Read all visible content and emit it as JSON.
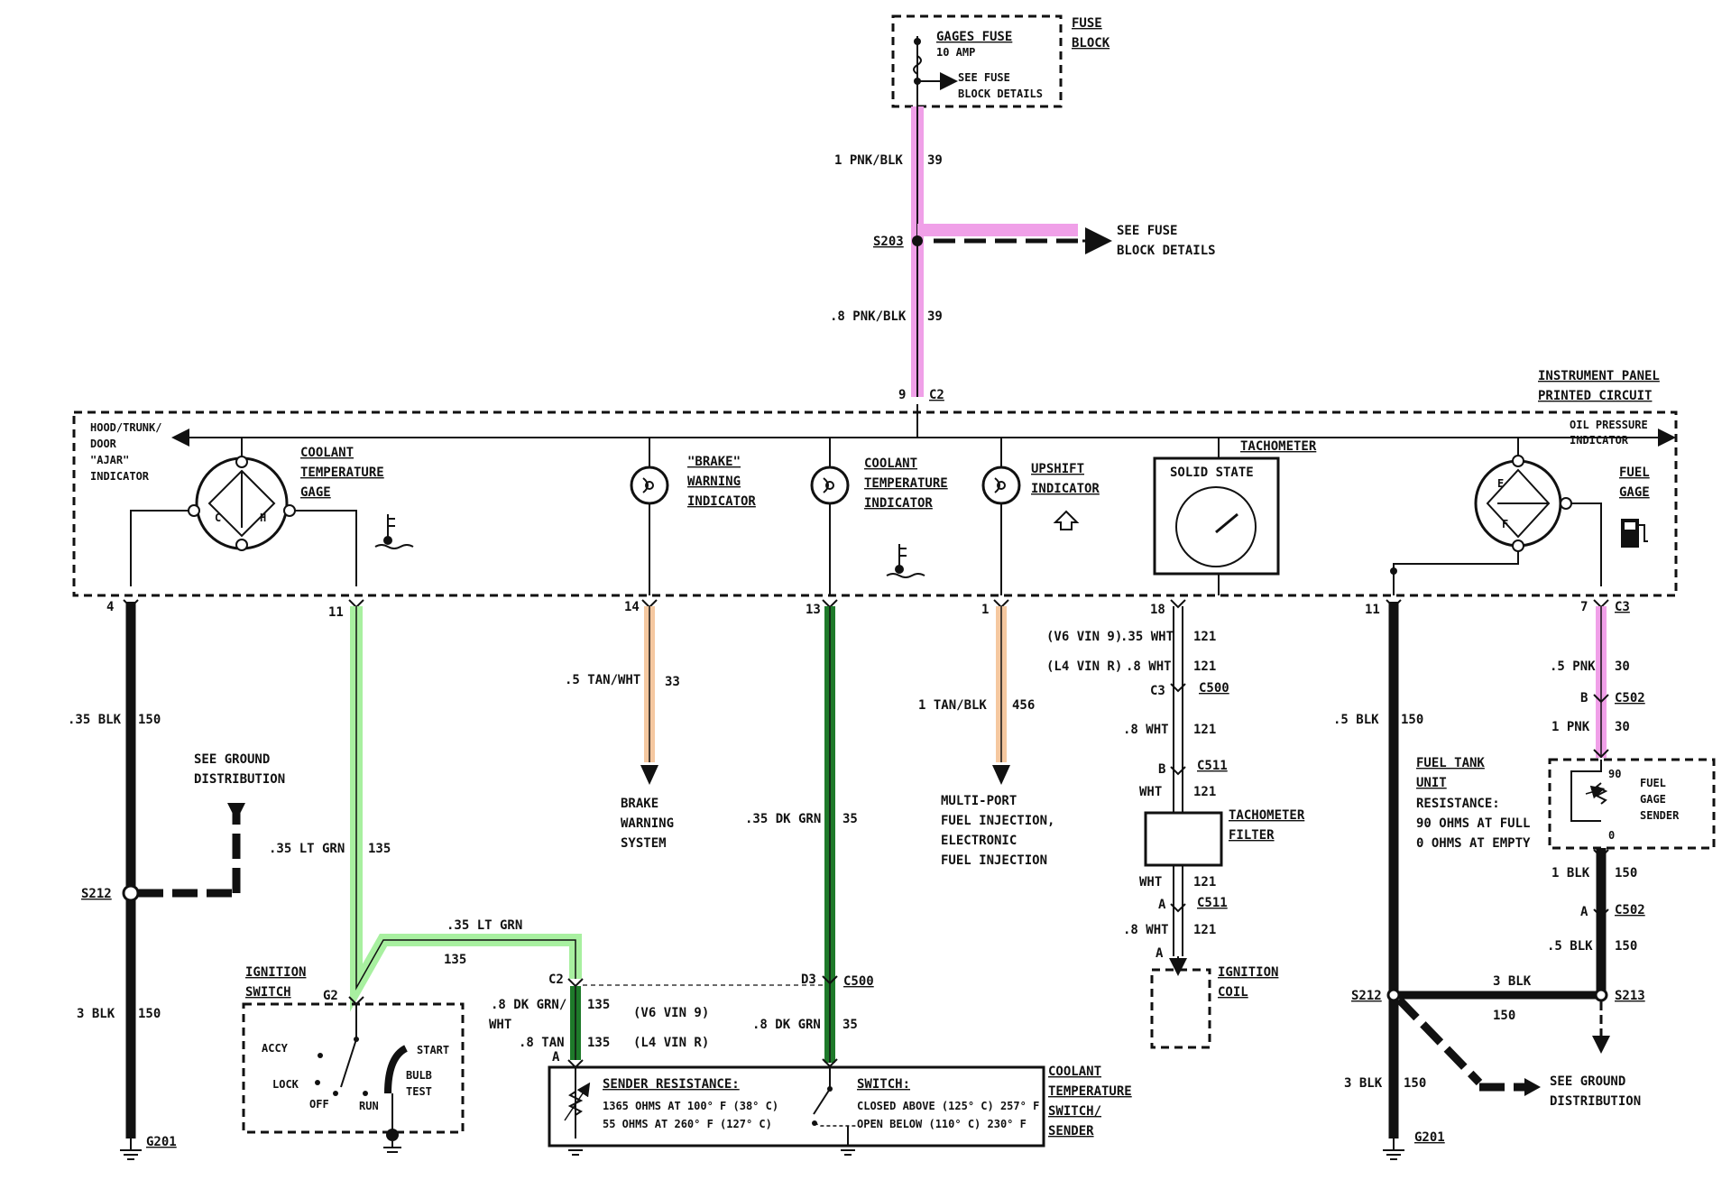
{
  "colors": {
    "pink": "#F0A0E8",
    "lt_green": "#A8F0A0",
    "dk_green": "#1E7A2A",
    "tan": "#F5C8A0",
    "black": "#111111"
  },
  "fuse": {
    "name": "GAGES FUSE",
    "rating": "10 AMP",
    "see1": "SEE FUSE",
    "see2": "BLOCK DETAILS",
    "block1": "FUSE",
    "block2": "BLOCK"
  },
  "feed": {
    "w1_size": "1 PNK/BLK",
    "w1_num": "39",
    "splice": "S203",
    "see1": "SEE FUSE",
    "see2": "BLOCK DETAILS",
    "w2_size": ".8 PNK/BLK",
    "w2_num": "39",
    "pin": "9",
    "conn": "C2"
  },
  "panel": {
    "title1": "INSTRUMENT PANEL",
    "title2": "PRINTED CIRCUIT",
    "ajar1": "HOOD/TRUNK/",
    "ajar2": "DOOR",
    "ajar3": "\"AJAR\"",
    "ajar4": "INDICATOR",
    "coolant_gage1": "COOLANT",
    "coolant_gage2": "TEMPERATURE",
    "coolant_gage3": "GAGE",
    "gage_c": "C",
    "gage_h": "H",
    "brake1": "\"BRAKE\"",
    "brake2": "WARNING",
    "brake3": "INDICATOR",
    "cti1": "COOLANT",
    "cti2": "TEMPERATURE",
    "cti3": "INDICATOR",
    "upshift1": "UPSHIFT",
    "upshift2": "INDICATOR",
    "tach_title": "TACHOMETER",
    "solid_state": "SOLID STATE",
    "oil1": "OIL PRESSURE",
    "oil2": "INDICATOR",
    "fuel1": "FUEL",
    "fuel2": "GAGE",
    "fuel_e": "E",
    "fuel_f": "F"
  },
  "pins": {
    "p4": "4",
    "p11": "11",
    "p14": "14",
    "p13": "13",
    "p1": "1",
    "p18": "18",
    "p11b": "11",
    "p7": "7",
    "c3": "C3"
  },
  "ground_left": {
    "w1_size": ".35 BLK",
    "w1_num": "150",
    "see1": "SEE GROUND",
    "see2": "DISTRIBUTION",
    "splice": "S212",
    "w2_size": "3 BLK",
    "w2_num": "150",
    "ground": "G201"
  },
  "coolant_gage_wire": {
    "w1_size": ".35 LT GRN",
    "w1_num": "135",
    "w2_size": ".35 LT GRN",
    "w2_num": "135",
    "ign1": "IGNITION",
    "ign2": "SWITCH",
    "g2": "G2",
    "accy": "ACCY",
    "lock": "LOCK",
    "off": "OFF",
    "run": "RUN",
    "start": "START",
    "bulb": "BULB",
    "test": "TEST",
    "c2": "C2",
    "a": "A",
    "dk1": ".8 DK GRN/",
    "dk2": "WHT",
    "dk_num": "135",
    "v6": "(V6 VIN 9)",
    "tan_size": ".8 TAN",
    "tan_num": "135",
    "l4": "(L4 VIN R)"
  },
  "brake_wire": {
    "size": ".5 TAN/WHT",
    "num": "33",
    "dest1": "BRAKE",
    "dest2": "WARNING",
    "dest3": "SYSTEM"
  },
  "cti_wire": {
    "size": ".35 DK GRN",
    "num": "35",
    "d3": "D3",
    "c500": "C500",
    "size2": ".8 DK GRN",
    "num2": "35"
  },
  "upshift_wire": {
    "size": "1 TAN/BLK",
    "num": "456",
    "dest1": "MULTI-PORT",
    "dest2": "FUEL INJECTION,",
    "dest3": "ELECTRONIC",
    "dest4": "FUEL INJECTION"
  },
  "sender": {
    "res_title": "SENDER RESISTANCE:",
    "res1": "1365 OHMS AT 100° F (38° C)",
    "res2": "55 OHMS AT 260° F (127° C)",
    "sw_title": "SWITCH:",
    "sw1": "CLOSED ABOVE (125° C) 257° F",
    "sw2": "OPEN BELOW (110° C) 230° F",
    "name1": "COOLANT",
    "name2": "TEMPERATURE",
    "name3": "SWITCH/",
    "name4": "SENDER"
  },
  "tach_wire": {
    "v6": "(V6 VIN 9)",
    "v6_size": ".35 WHT",
    "v6_num": "121",
    "l4": "(L4 VIN R)",
    "l4_size": ".8 WHT",
    "l4_num": "121",
    "c3": "C3",
    "c500": "C500",
    "w3_size": ".8 WHT",
    "w3_num": "121",
    "b": "B",
    "c511a": "C511",
    "w4_size": "WHT",
    "w4_num": "121",
    "filter1": "TACHOMETER",
    "filter2": "FILTER",
    "w5_size": "WHT",
    "w5_num": "121",
    "a": "A",
    "c511b": "C511",
    "w6_size": ".8 WHT",
    "w6_num": "121",
    "a2": "A",
    "coil1": "IGNITION",
    "coil2": "COIL"
  },
  "ground_right": {
    "w1_size": ".5 BLK",
    "w1_num": "150",
    "splice": "S212",
    "w2_size": "3 BLK",
    "w2_num": "150",
    "w3_size": "3 BLK",
    "w3_num": "150",
    "ground": "G201",
    "see1": "SEE GROUND",
    "see2": "DISTRIBUTION"
  },
  "fuel_wire": {
    "w1_size": ".5 PNK",
    "w1_num": "30",
    "b": "B",
    "c502": "C502",
    "w2_size": "1 PNK",
    "w2_num": "30",
    "unit1": "FUEL TANK",
    "unit2": "UNIT",
    "unit3": "RESISTANCE:",
    "unit4": "90 OHMS AT FULL",
    "unit5": "0 OHMS AT EMPTY",
    "p90": "90",
    "p0": "0",
    "sender1": "FUEL",
    "sender2": "GAGE",
    "sender3": "SENDER",
    "w3_size": "1 BLK",
    "w3_num": "150",
    "a": "A",
    "c502b": "C502",
    "w4_size": ".5 BLK",
    "w4_num": "150",
    "s213": "S213"
  }
}
